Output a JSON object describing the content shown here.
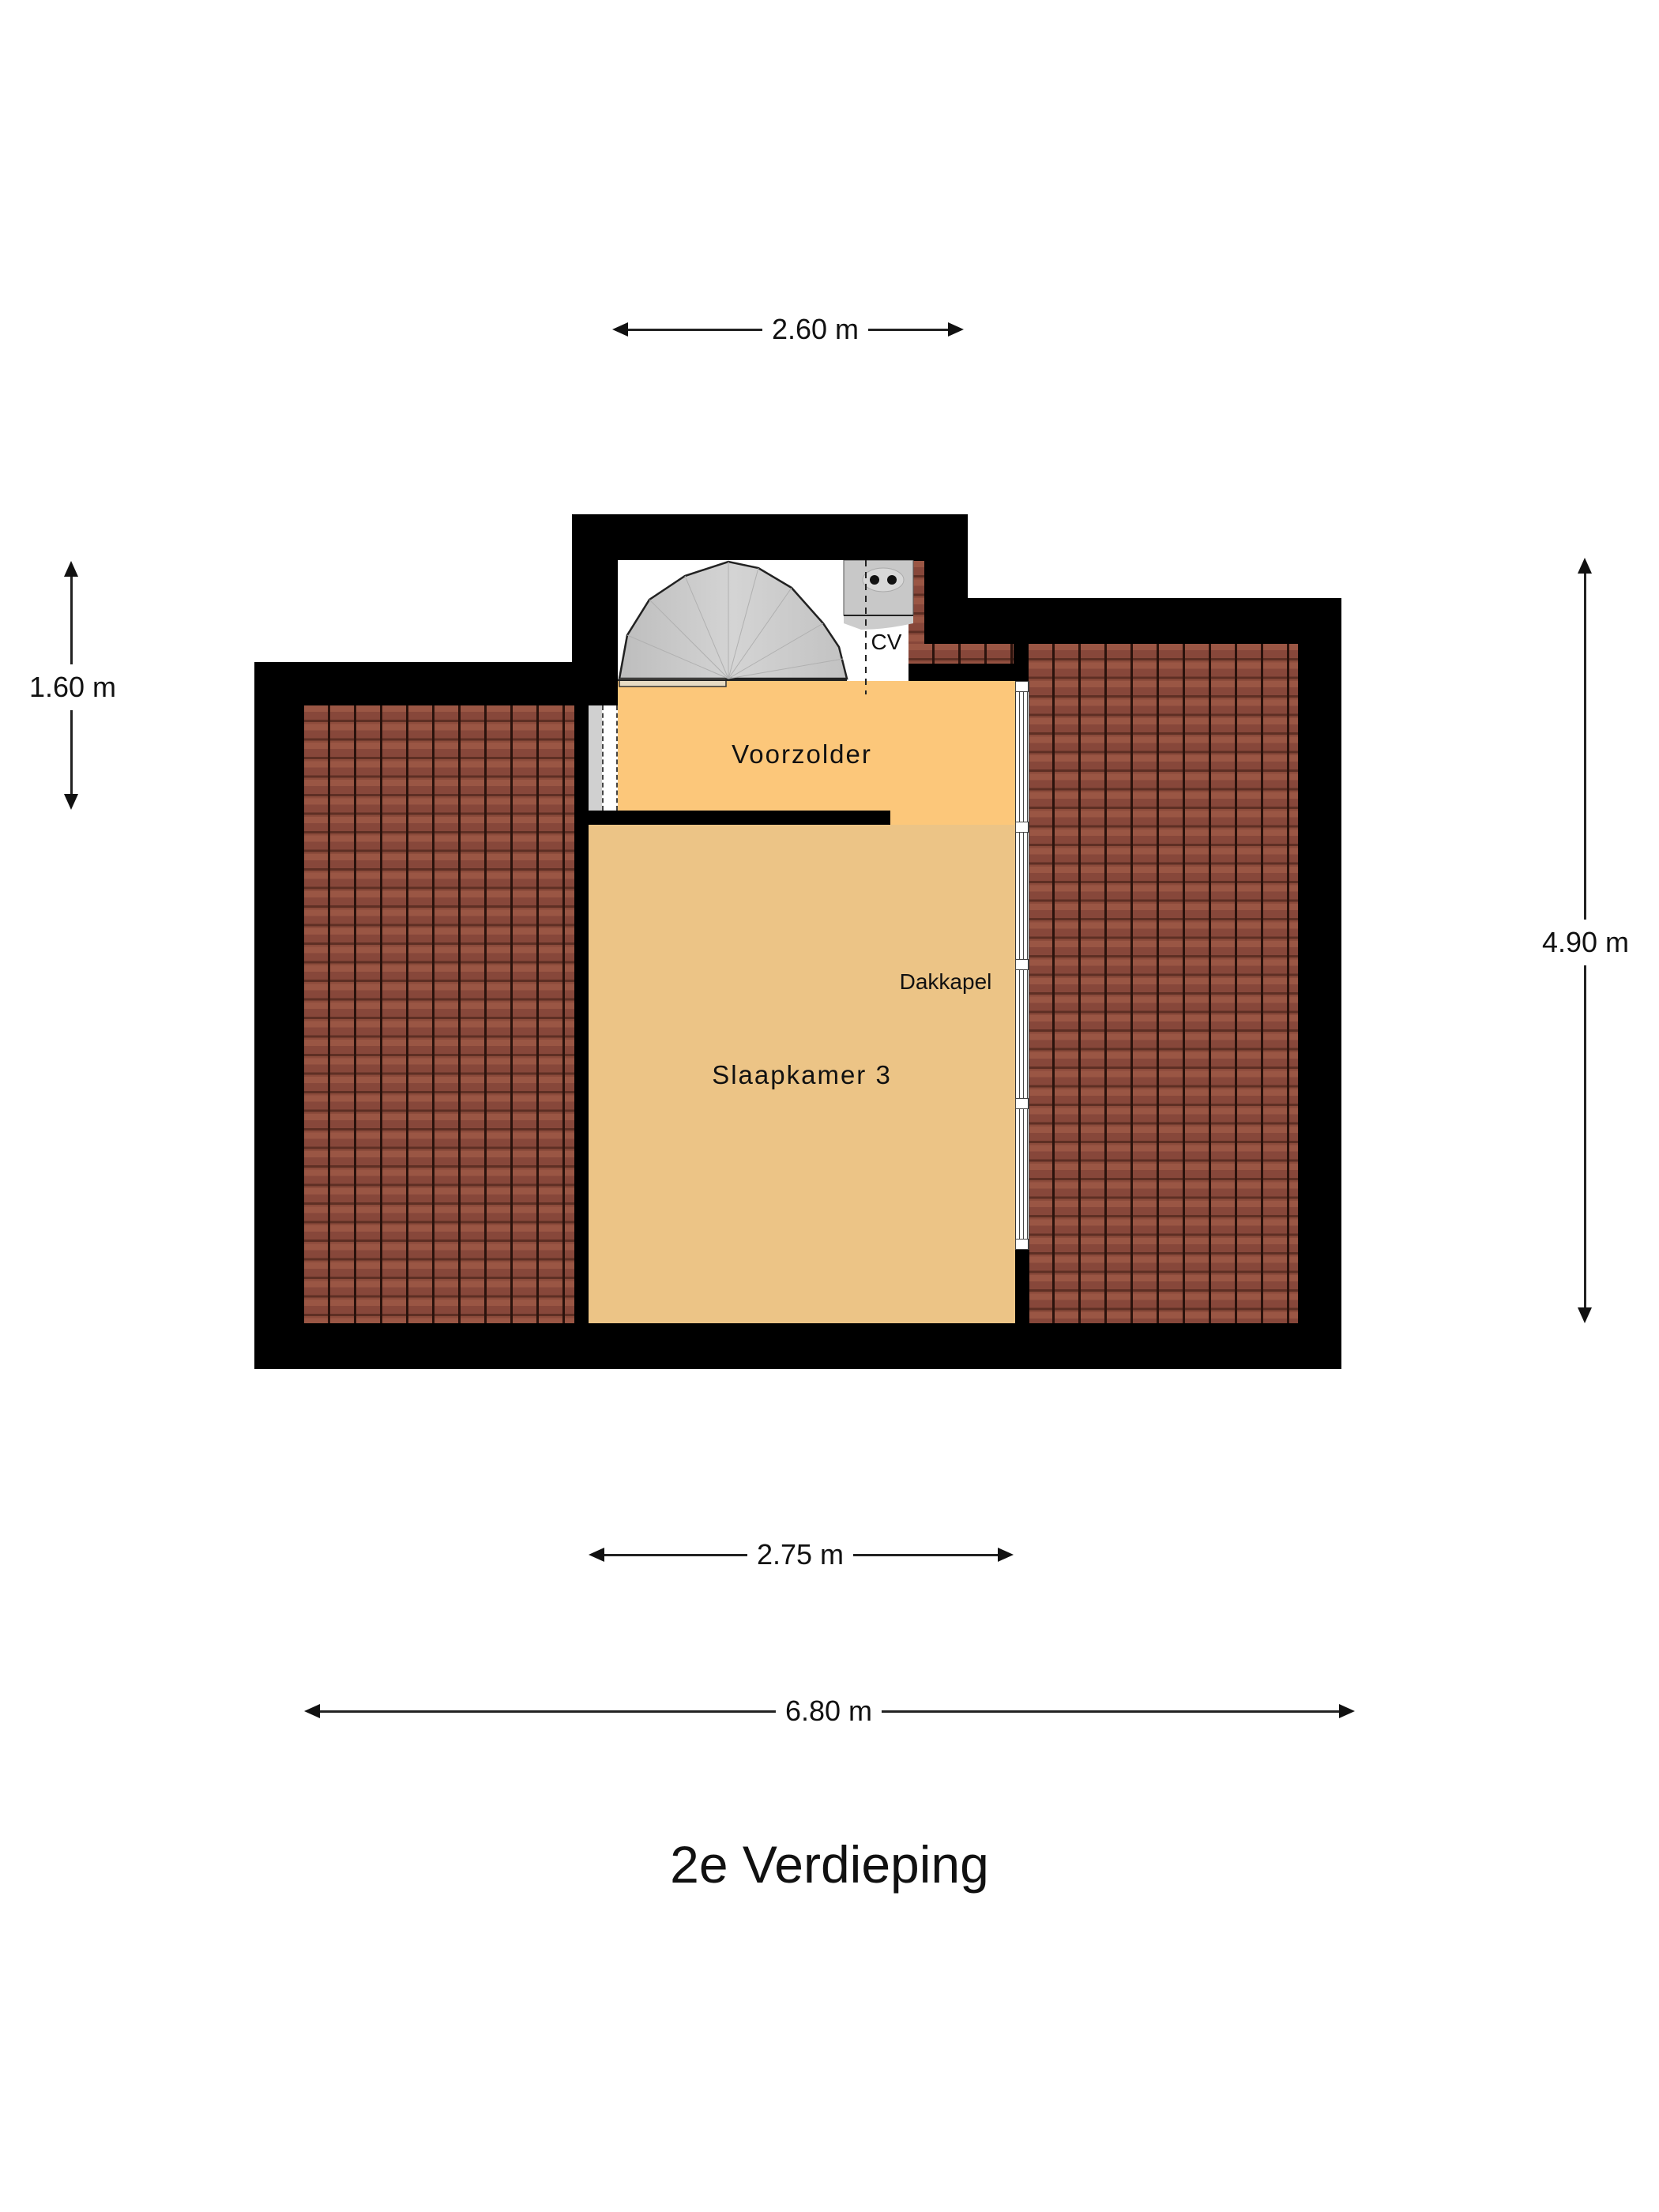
{
  "plan": {
    "title": "2e Verdieping",
    "rooms": [
      {
        "name": "Voorzolder",
        "color": "#fcc77a"
      },
      {
        "name": "Slaapkamer 3",
        "color": "#ecc486"
      }
    ],
    "labels": {
      "dakkapel": "Dakkapel",
      "cv": "CV"
    },
    "dimensions": {
      "top": "2.60 m",
      "left": "1.60 m",
      "right": "4.90 m",
      "bottom_inner": "2.75 m",
      "bottom_total": "6.80 m"
    },
    "colors": {
      "wall": "#000000",
      "roof_tiles": "#8c4b3b",
      "stair": "#c9c9c9",
      "background": "#ffffff"
    }
  }
}
